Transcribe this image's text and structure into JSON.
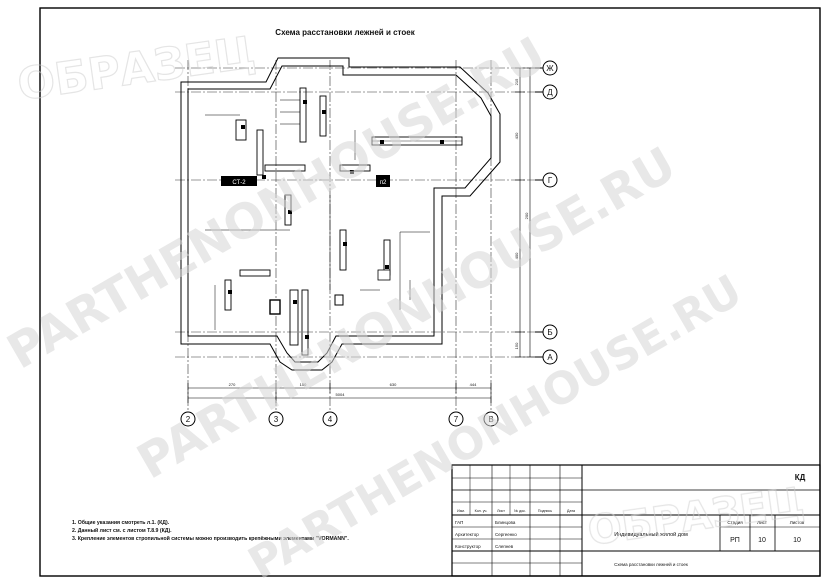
{
  "sheet": {
    "title": "Схема расстановки лежней и стоек",
    "notes": [
      "1. Общие указания смотреть л.1. (КД).",
      "2. Данный лист см. с листом Т.8.9 (КД).",
      "3. Крепление элементов стропильной системы можно производить крепёжными элементами \"VORMANN\"."
    ]
  },
  "axes": {
    "rows": [
      "Ж",
      "Д",
      "Г",
      "Б",
      "А"
    ],
    "columns": [
      "2",
      "3",
      "4",
      "7",
      "В"
    ]
  },
  "dimensions": {
    "bottom_chain": [
      "270",
      "150",
      "630",
      "444"
    ],
    "bottom_total": "5004",
    "right_chain": [
      "215",
      "430",
      "400",
      "200",
      "150"
    ]
  },
  "tags": {
    "left_tag": "СТ-2",
    "right_tag": "п2"
  },
  "title_block": {
    "code": "КД",
    "project": "Индивидуальный жилой дом",
    "sheet_name": "Схема расстановки лежней и стоек",
    "stage_header": "Стадия",
    "sheet_header": "Лист",
    "sheets_header": "Листов",
    "stage": "РП",
    "sheet_no": "10",
    "sheets_total": "10",
    "header_cols": [
      "Изм.",
      "Кол. уч.",
      "Лист",
      "№ док.",
      "Подпись",
      "Дата"
    ],
    "people": [
      {
        "role": "ГАП",
        "name": "Блинцова"
      },
      {
        "role": "Архитектор",
        "name": "Сергеенко"
      },
      {
        "role": "Конструктор",
        "name": "Слепнев"
      }
    ]
  },
  "watermarks": {
    "brand": "PARTHENONHOUSE.RU",
    "sample": "ОБРАЗЕЦ"
  }
}
